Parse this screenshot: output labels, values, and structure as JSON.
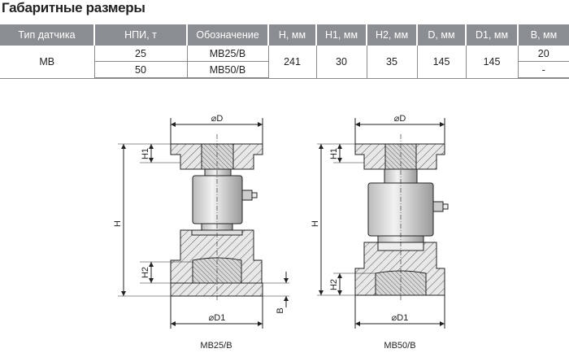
{
  "title": "Габаритные размеры",
  "table": {
    "headers": [
      "Тип датчика",
      "НПИ, т",
      "Обозначение",
      "H, мм",
      "H1, мм",
      "H2, мм",
      "D, мм",
      "D1, мм",
      "B, мм"
    ],
    "type": "MB",
    "rows": [
      {
        "npi": "25",
        "designation": "MB25/B",
        "b": "20"
      },
      {
        "npi": "50",
        "designation": "MB50/B",
        "b": "-"
      }
    ],
    "h": "241",
    "h1": "30",
    "h2": "35",
    "d": "145",
    "d1": "145"
  },
  "drawings": {
    "left_caption": "MB25/B",
    "right_caption": "MB50/B",
    "dim_d": "⌀D",
    "dim_d1": "⌀D1",
    "dim_h": "H",
    "dim_h1": "H1",
    "dim_h2": "H2",
    "dim_b": "B"
  }
}
